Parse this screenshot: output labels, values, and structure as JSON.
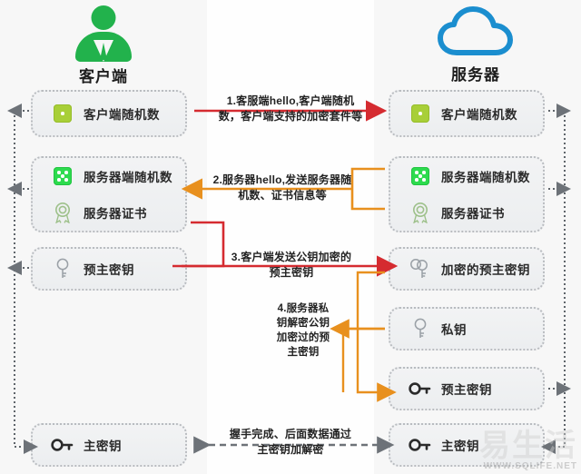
{
  "columns": {
    "client": {
      "title": "客户端",
      "icon": "person-icon"
    },
    "server": {
      "title": "服务器",
      "icon": "cloud-icon"
    }
  },
  "client_boxes": [
    {
      "name": "client-random-box",
      "rows": [
        {
          "icon": "dice-one-icon",
          "label": "客户端随机数"
        }
      ]
    },
    {
      "name": "server-random-cert-box",
      "rows": [
        {
          "icon": "dice-five-icon",
          "label": "服务器端随机数"
        },
        {
          "icon": "certificate-icon",
          "label": "服务器证书"
        }
      ]
    },
    {
      "name": "pre-master-key-box",
      "rows": [
        {
          "icon": "key-icon",
          "label": "预主密钥"
        }
      ]
    },
    {
      "name": "master-key-box",
      "rows": [
        {
          "icon": "key-dark-icon",
          "label": "主密钥"
        }
      ]
    }
  ],
  "server_boxes": [
    {
      "name": "client-random-box",
      "rows": [
        {
          "icon": "dice-one-icon",
          "label": "客户端随机数"
        }
      ]
    },
    {
      "name": "server-random-cert-box",
      "rows": [
        {
          "icon": "dice-five-icon",
          "label": "服务器端随机数"
        },
        {
          "icon": "certificate-icon",
          "label": "服务器证书"
        }
      ]
    },
    {
      "name": "encrypted-pre-master-key-box",
      "rows": [
        {
          "icon": "double-key-icon",
          "label": "加密的预主密钥"
        }
      ]
    },
    {
      "name": "private-key-box",
      "rows": [
        {
          "icon": "key-icon",
          "label": "私钥"
        }
      ]
    },
    {
      "name": "pre-master-key-box",
      "rows": [
        {
          "icon": "key-dark-icon",
          "label": "预主密钥"
        }
      ]
    },
    {
      "name": "master-key-box",
      "rows": [
        {
          "icon": "key-dark-icon",
          "label": "主密钥"
        }
      ]
    }
  ],
  "steps": {
    "step1_line1": "1.客服端hello,客户端随机",
    "step1_line2": "数，客户端支持的加密套件等",
    "step2_line1": "2.服务器hello,发送服务器随",
    "step2_line2": "机数、证书信息等",
    "step3_line1": "3.客户端发送公钥加密的",
    "step3_line2": "预主密钥",
    "step4_line1": "4.服务器私",
    "step4_line2": "钥解密公钥",
    "step4_line3": "加密过的预",
    "step4_line4": "主密钥",
    "footer_line1": "握手完成、后面数据通过",
    "footer_line2": "主密钥加解密"
  },
  "watermark": {
    "text": "易生活",
    "url": "WWW.SQLIFE.NET"
  },
  "colors": {
    "client_green": "#22b24c",
    "server_blue": "#1b8ecf",
    "arrow_red": "#d52b30",
    "arrow_orange": "#e8901e",
    "arrow_gray": "#6d7278",
    "box_border": "#b9bcc0"
  }
}
